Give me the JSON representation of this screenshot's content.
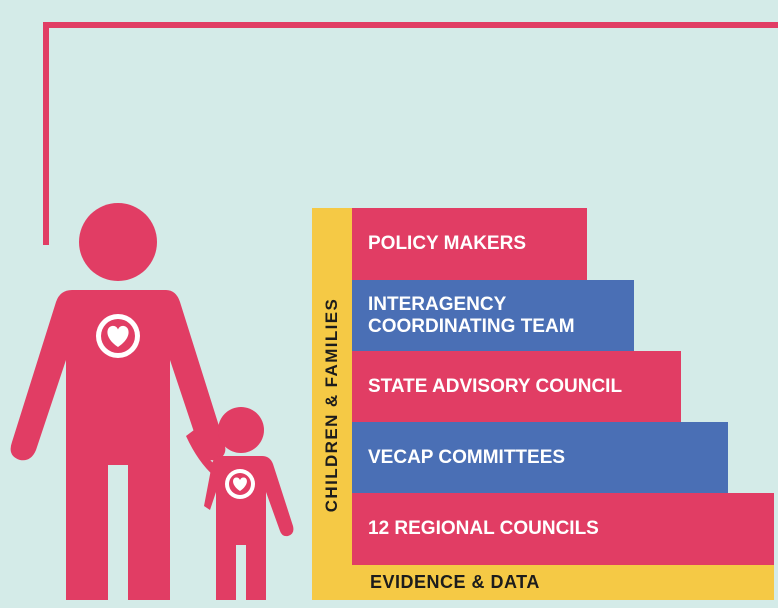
{
  "colors": {
    "pink": "#e13d64",
    "blue": "#4a6fb5",
    "yellow": "#f5c945",
    "background": "#d4ebe8"
  },
  "icons": [
    "parent-figure-icon",
    "child-figure-icon",
    "heart-icon"
  ],
  "diagram": {
    "side_label": "CHILDREN & FAMILIES",
    "base_label": "EVIDENCE & DATA",
    "steps": [
      {
        "label": "POLICY MAKERS",
        "color": "pink"
      },
      {
        "label": "INTERAGENCY\nCOORDINATING TEAM",
        "color": "blue"
      },
      {
        "label": "STATE ADVISORY COUNCIL",
        "color": "pink"
      },
      {
        "label": "VECAP COMMITTEES",
        "color": "blue"
      },
      {
        "label": "12 REGIONAL COUNCILS",
        "color": "pink"
      }
    ]
  }
}
